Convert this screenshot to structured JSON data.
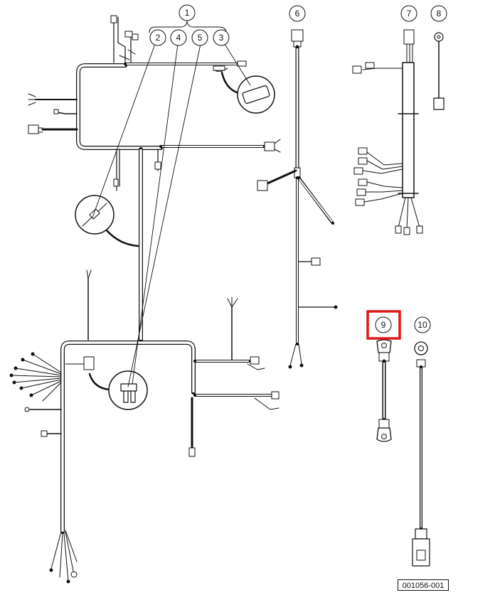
{
  "callouts": [
    {
      "id": "c1",
      "label": "1"
    },
    {
      "id": "c2",
      "label": "2"
    },
    {
      "id": "c4",
      "label": "4"
    },
    {
      "id": "c5",
      "label": "5"
    },
    {
      "id": "c3",
      "label": "3"
    },
    {
      "id": "c6",
      "label": "6"
    },
    {
      "id": "c7",
      "label": "7"
    },
    {
      "id": "c8",
      "label": "8"
    },
    {
      "id": "c9",
      "label": "9"
    },
    {
      "id": "c10",
      "label": "10"
    }
  ],
  "highlight": {
    "callout": "9",
    "color": "#e0161b"
  },
  "part_number": "001056-001"
}
